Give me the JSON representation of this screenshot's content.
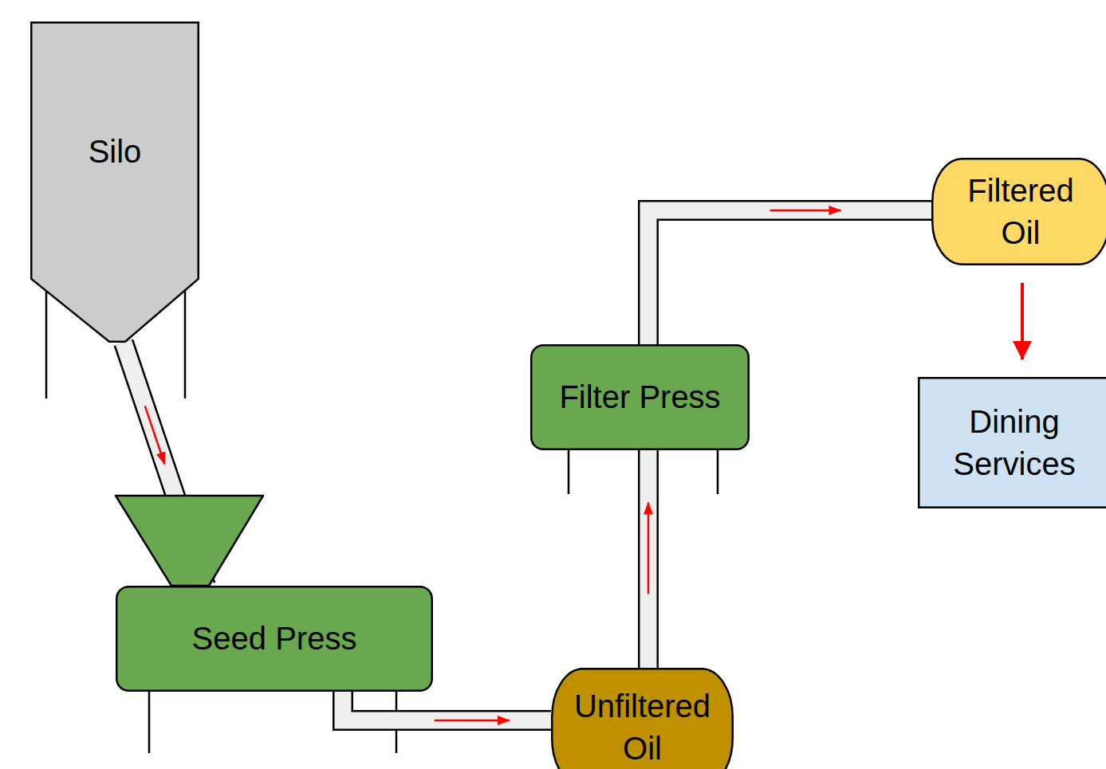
{
  "diagram": {
    "nodes": [
      {
        "text": [
          "Silo"
        ]
      },
      {
        "text": [
          "Seed Press"
        ]
      },
      {
        "text": [
          "Unfiltered Oil"
        ]
      },
      {
        "text": [
          "Filter Press"
        ]
      },
      {
        "text": [
          "Filtered Oil"
        ]
      },
      {
        "text": [
          "Dining Services"
        ]
      }
    ],
    "edges": [
      {
        "from": 0,
        "to": 1,
        "arrow": "to"
      },
      {
        "from": 1,
        "to": 2,
        "arrow": "to"
      },
      {
        "from": 2,
        "to": 3,
        "arrow": "to"
      },
      {
        "from": 3,
        "to": 4,
        "arrow": "to"
      },
      {
        "from": 4,
        "to": 5,
        "arrow": "to"
      }
    ]
  }
}
